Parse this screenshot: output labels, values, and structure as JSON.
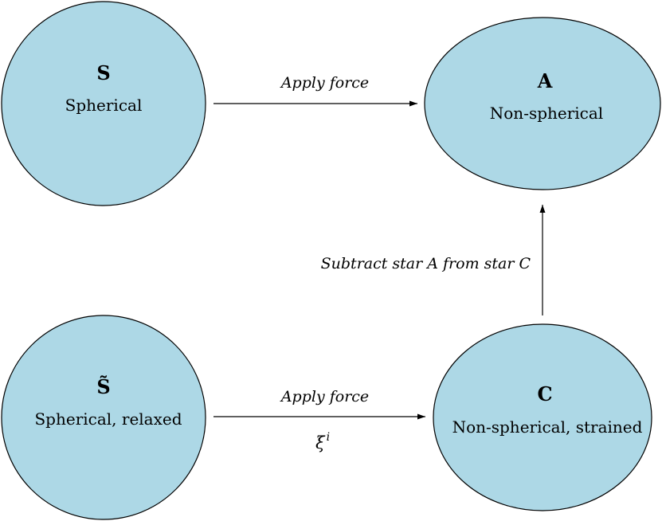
{
  "colors": {
    "node_fill": "#add8e6",
    "stroke": "#000000"
  },
  "nodes": {
    "s": {
      "letter": "S",
      "description": "Spherical"
    },
    "a": {
      "letter": "A",
      "description": "Non-spherical"
    },
    "s_tilde": {
      "letter": "S̃",
      "description": "Spherical, relaxed"
    },
    "c": {
      "letter": "C",
      "description": "Non-spherical, strained"
    }
  },
  "edges": {
    "s_to_a": {
      "label": "Apply force"
    },
    "c_to_a": {
      "label": "Subtract star A from star C"
    },
    "s_tilde_to_c": {
      "label": "Apply force",
      "sublabel_base": "ξ",
      "sublabel_sup": "i"
    }
  }
}
